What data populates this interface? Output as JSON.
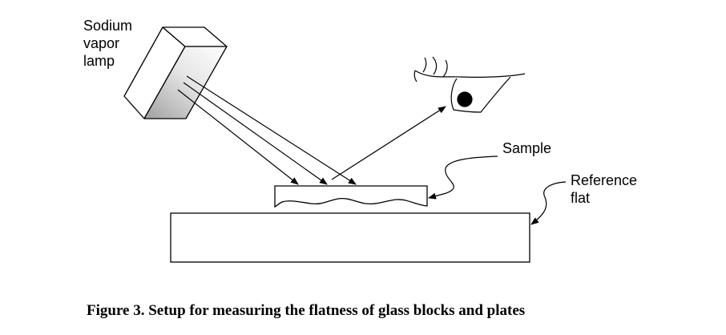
{
  "labels": {
    "lamp": [
      "Sodium",
      "vapor",
      "lamp"
    ],
    "sample": "Sample",
    "reference": [
      "Reference",
      "flat"
    ]
  },
  "caption": "Figure 3.  Setup for measuring the flatness of glass blocks and plates",
  "colors": {
    "stroke": "#000000",
    "background": "#ffffff",
    "lamp_face_dark": "#999999",
    "lamp_face_light": "#ffffff"
  },
  "icons": {
    "lamp": "sodium-vapor-lamp-icon",
    "eye": "observer-eye-icon"
  }
}
